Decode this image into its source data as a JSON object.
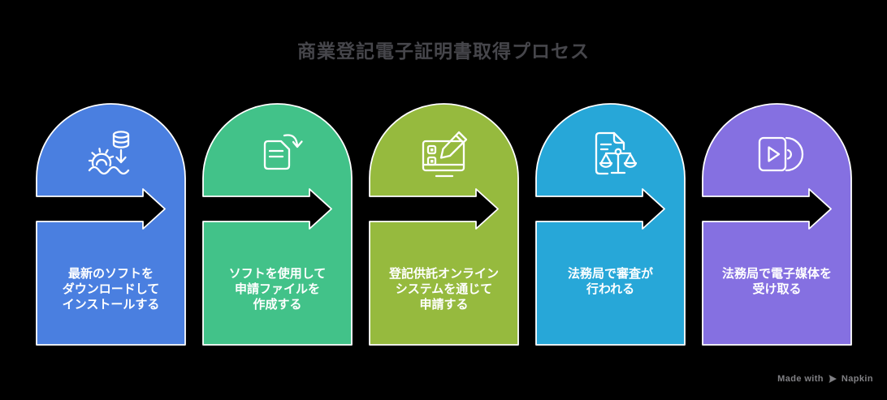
{
  "title": "商業登記電子証明書取得プロセス",
  "title_color": "#46464b",
  "background_color": "#000000",
  "arrow": {
    "fill": "#000000",
    "outline": "#ffffff"
  },
  "steps": [
    {
      "icon": "install-software-icon",
      "color": "#4a7fe0",
      "lines": [
        "最新のソフトを",
        "ダウンロードして",
        "インストールする"
      ]
    },
    {
      "icon": "create-application-file-icon",
      "color": "#42c289",
      "lines": [
        "ソフトを使用して",
        "申請ファイルを",
        "作成する"
      ]
    },
    {
      "icon": "online-system-apply-icon",
      "color": "#96ba3e",
      "lines": [
        "登記供託オンライン",
        "システムを通じて",
        "申請する"
      ]
    },
    {
      "icon": "legal-review-scales-icon",
      "color": "#27a7d8",
      "lines": [
        "法務局で審査が",
        "行われる"
      ]
    },
    {
      "icon": "receive-electronic-media-icon",
      "color": "#8570e1",
      "lines": [
        "法務局で電子媒体を",
        "受け取る"
      ]
    }
  ],
  "footer": {
    "made_with": "Made with",
    "brand": "Napkin"
  }
}
